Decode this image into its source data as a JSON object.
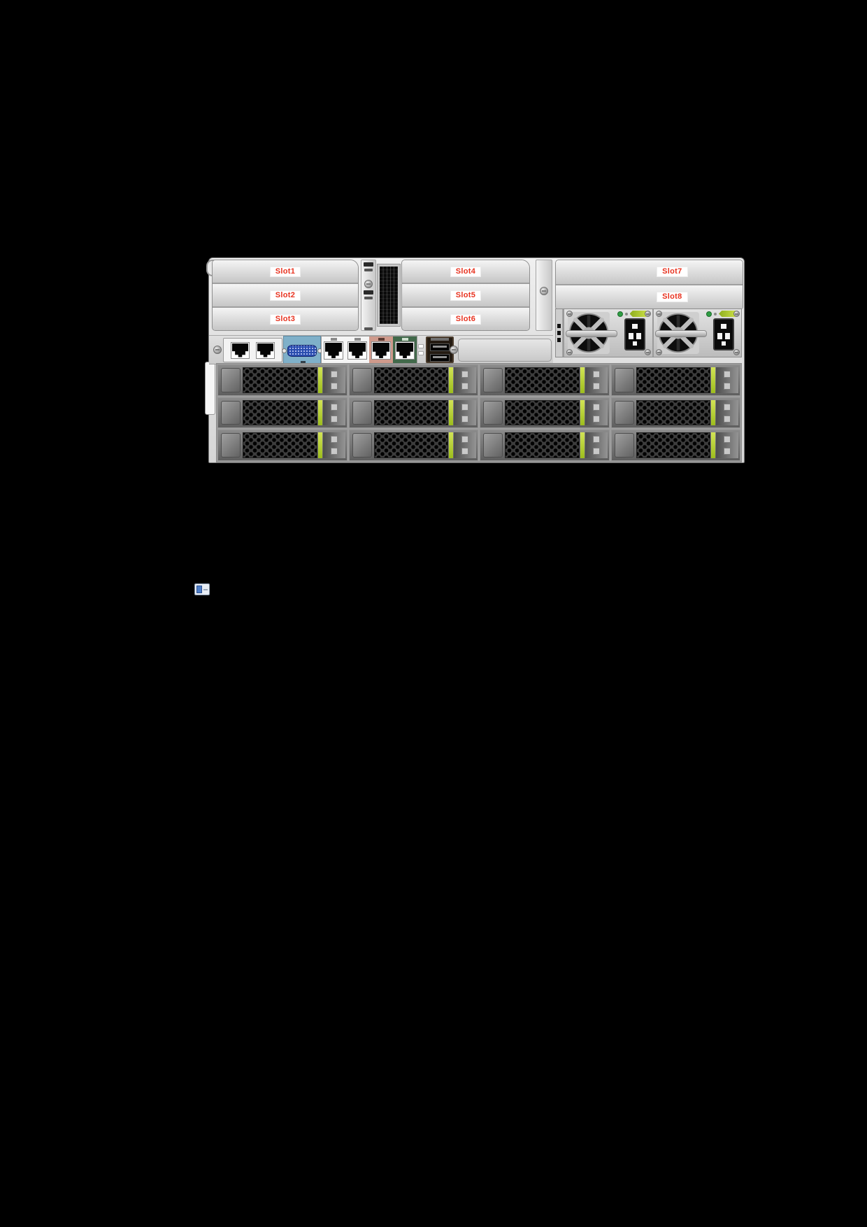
{
  "server_rear": {
    "description": "rack server rear view",
    "slots": {
      "left": [
        "Slot1",
        "Slot2",
        "Slot3"
      ],
      "middle": [
        "Slot4",
        "Slot5",
        "Slot6"
      ],
      "right": [
        "Slot7",
        "Slot8"
      ]
    },
    "slot_label_color": "#e8321f",
    "psu_count": 2,
    "io": {
      "mgmt_ports": 2,
      "nic_ports": 4,
      "usb_ports": 2
    },
    "drives": {
      "rows": 3,
      "columns": 4
    },
    "colors": {
      "chassis": "#e2e2e2",
      "drive_led_strip": "#aecb2f",
      "psu_latch": "#b5d031",
      "psu_led": "#2f9e44",
      "vga_plate": "#7fb0c9",
      "nic_band_pink": "#cf9a8c",
      "nic_band_green": "#41694a"
    }
  }
}
